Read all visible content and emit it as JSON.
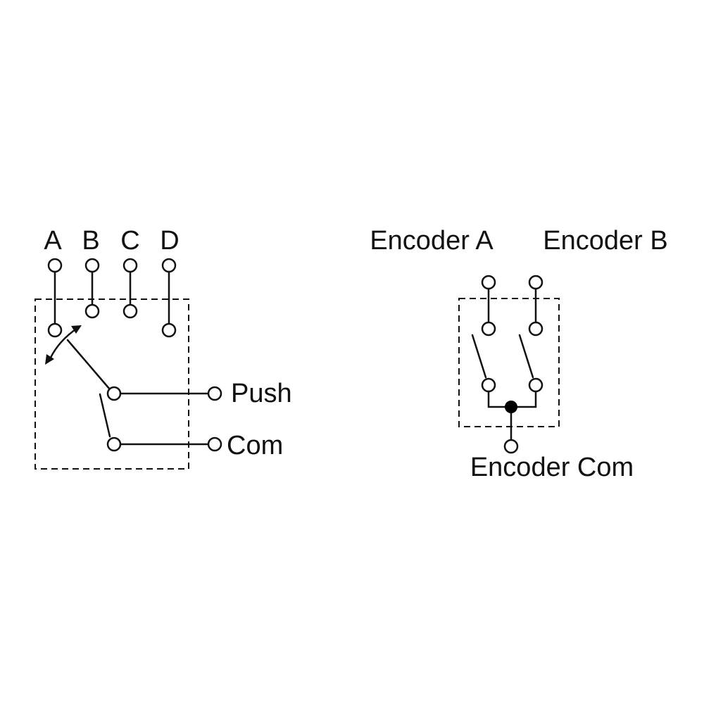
{
  "left_switch": {
    "pins": {
      "a": "A",
      "b": "B",
      "c": "C",
      "d": "D"
    },
    "push": "Push",
    "com": "Com"
  },
  "encoder": {
    "a": "Encoder A",
    "b": "Encoder B",
    "com": "Encoder Com"
  },
  "colors": {
    "line": "#111111",
    "background": "#ffffff"
  }
}
